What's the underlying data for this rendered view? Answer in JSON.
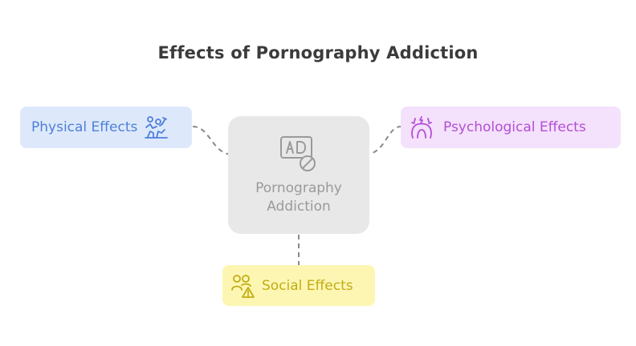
{
  "title": "Effects of Pornography Addiction",
  "center": {
    "label_line1": "Pornography",
    "label_line2": "Addiction",
    "icon": "ad-blocked-icon"
  },
  "branches": {
    "physical": {
      "label": "Physical Effects",
      "icon": "exercise-people-icon"
    },
    "psychological": {
      "label": "Psychological Effects",
      "icon": "head-stress-icon"
    },
    "social": {
      "label": "Social Effects",
      "icon": "people-warning-icon"
    }
  },
  "colors": {
    "center_bg": "#e8e8e8",
    "center_text": "#9a9a9a",
    "physical_bg": "#dde9fb",
    "physical_text": "#4f7fd8",
    "psychological_bg": "#f4e1fb",
    "psychological_text": "#b34ed6",
    "social_bg": "#fdf6b3",
    "social_text": "#c2ad12",
    "connector": "#8a8a8a"
  }
}
